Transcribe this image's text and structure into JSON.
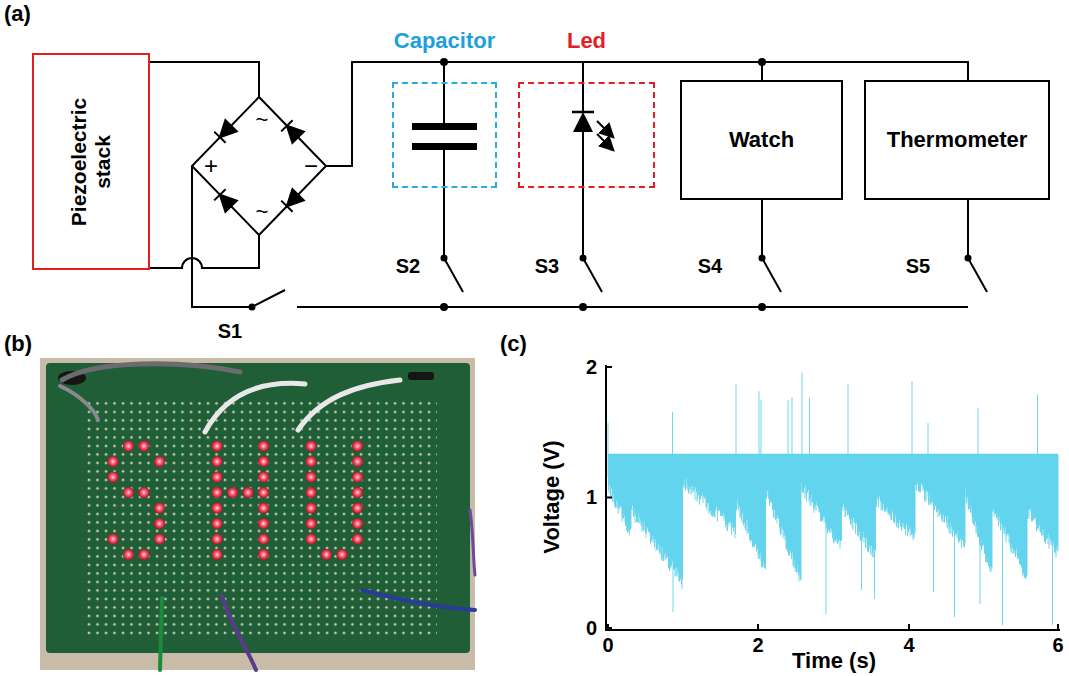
{
  "diagram": {
    "nodes": [
      {
        "text": [
          "Piezoelectric stack"
        ]
      },
      {
        "text": [
          "Capacitor"
        ]
      },
      {
        "text": [
          "Led"
        ]
      },
      {
        "text": [
          "Watch"
        ]
      },
      {
        "text": [
          "Thermometer"
        ]
      }
    ],
    "labels": [
      "(a)",
      "+",
      "−",
      "~",
      "~",
      "S1",
      "S2",
      "S3",
      "S4",
      "S5",
      "(b)",
      "(c)",
      "2",
      "1",
      "0",
      "0",
      "2",
      "4",
      "6",
      "Voltage (V)",
      "Time (s)"
    ]
  }
}
